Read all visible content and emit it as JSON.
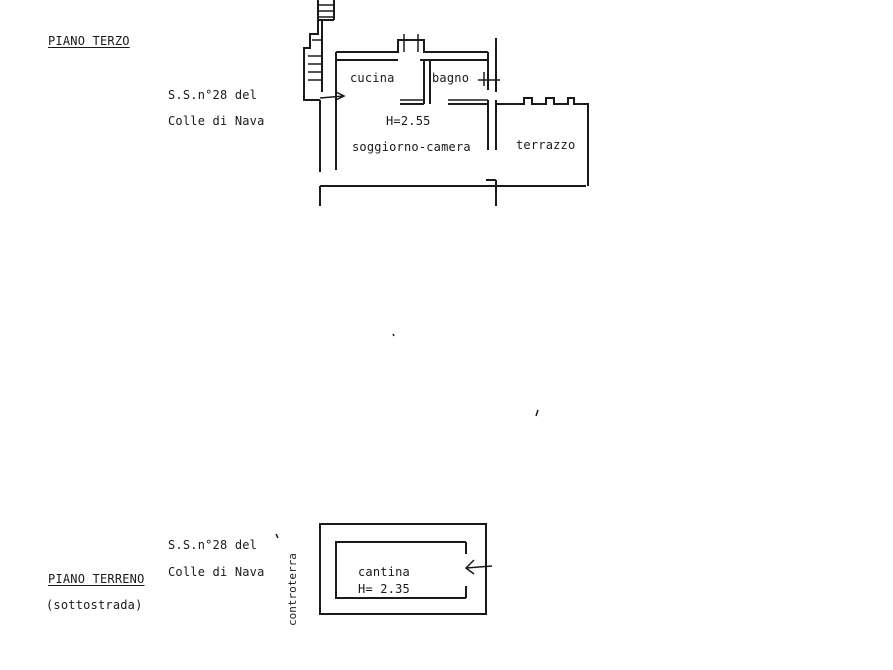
{
  "upper_plan": {
    "floor_title": "PIANO TERZO",
    "road_line1": "S.S.n°28 del",
    "road_line2": "Colle di Nava",
    "rooms": {
      "kitchen": "cucina",
      "bathroom": "bagno",
      "height": "H=2.55",
      "living": "soggiorno-camera",
      "terrace": "terrazzo"
    }
  },
  "lower_plan": {
    "floor_title": "PIANO TERRENO",
    "floor_subtitle": "(sottostrada)",
    "road_line1": "S.S.n°28 del",
    "road_line2": "Colle di Nava",
    "side_label": "controterra",
    "rooms": {
      "cellar": "cantina",
      "height": "H= 2.35"
    }
  },
  "colors": {
    "ink": "#1a1a1a",
    "paper": "#ffffff"
  }
}
